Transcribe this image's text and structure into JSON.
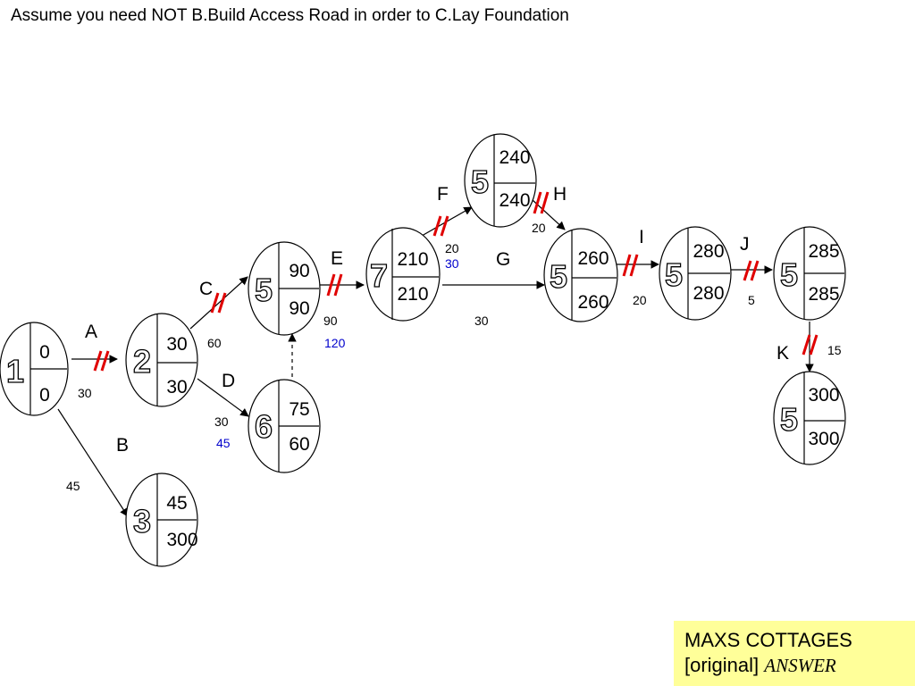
{
  "title": "Assume you need NOT B.Build Access Road in order to C.Lay Foundation",
  "nodes": [
    {
      "key": "n1",
      "id": "1",
      "top": "0",
      "bottom": "0"
    },
    {
      "key": "n2",
      "id": "2",
      "top": "30",
      "bottom": "30"
    },
    {
      "key": "n3",
      "id": "3",
      "top": "45",
      "bottom": "300"
    },
    {
      "key": "n5a",
      "id": "5",
      "top": "90",
      "bottom": "90"
    },
    {
      "key": "n6",
      "id": "6",
      "top": "75",
      "bottom": "60"
    },
    {
      "key": "n7",
      "id": "7",
      "top": "210",
      "bottom": "210"
    },
    {
      "key": "n5top",
      "id": "5",
      "top": "240",
      "bottom": "240"
    },
    {
      "key": "n5b",
      "id": "5",
      "top": "260",
      "bottom": "260"
    },
    {
      "key": "n5c",
      "id": "5",
      "top": "280",
      "bottom": "280"
    },
    {
      "key": "n5d",
      "id": "5",
      "top": "285",
      "bottom": "285"
    },
    {
      "key": "n5e",
      "id": "5",
      "top": "300",
      "bottom": "300"
    }
  ],
  "activities": {
    "A": {
      "label": "A",
      "duration": "30"
    },
    "B": {
      "label": "B",
      "duration": "45"
    },
    "C": {
      "label": "C",
      "duration": "60"
    },
    "D": {
      "label": "D",
      "duration": "30",
      "duration_alt": "45"
    },
    "E": {
      "label": "E",
      "duration": "90",
      "duration_alt": "120"
    },
    "F": {
      "label": "F",
      "duration": "20",
      "duration_alt": "30"
    },
    "G": {
      "label": "G",
      "duration": "30"
    },
    "H": {
      "label": "H",
      "duration": "20"
    },
    "I": {
      "label": "I",
      "duration": "20"
    },
    "J": {
      "label": "J",
      "duration": "5"
    },
    "K": {
      "label": "K",
      "duration": "15"
    }
  },
  "answer_box": {
    "line1": "MAXS COTTAGES",
    "line2": "[original]",
    "line2_italic": "ANSWER"
  },
  "colors": {
    "crash_mark": "#e00000",
    "alt_duration": "#0000cc",
    "answer_bg": "#ffff99"
  }
}
